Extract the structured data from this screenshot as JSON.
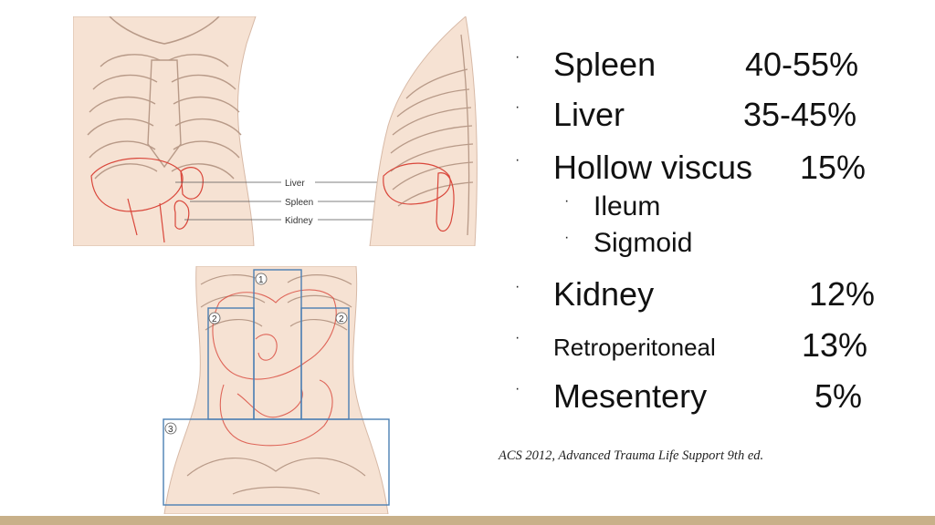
{
  "theme": {
    "accent": "#c8b089",
    "organ_red": "#d9463a",
    "skin": "#f6e2d3",
    "box_blue": "#4b7fb3"
  },
  "diagram": {
    "labels": [
      "Liver",
      "Spleen",
      "Kidney"
    ],
    "region_numbers": [
      "1",
      "2",
      "2",
      "3"
    ]
  },
  "bullets": [
    {
      "label": "Spleen",
      "value": "40-55%"
    },
    {
      "label": "Liver",
      "value": "35-45%"
    },
    {
      "label": "Hollow viscus",
      "value": "15%"
    },
    {
      "label": "Ileum",
      "value": ""
    },
    {
      "label": "Sigmoid",
      "value": ""
    },
    {
      "label": "Kidney",
      "value": "12%"
    },
    {
      "label": "Retroperitoneal",
      "value": "13%"
    },
    {
      "label": "Mesentery",
      "value": "5%"
    }
  ],
  "citation": "ACS 2012, Advanced Trauma Life Support 9th ed."
}
